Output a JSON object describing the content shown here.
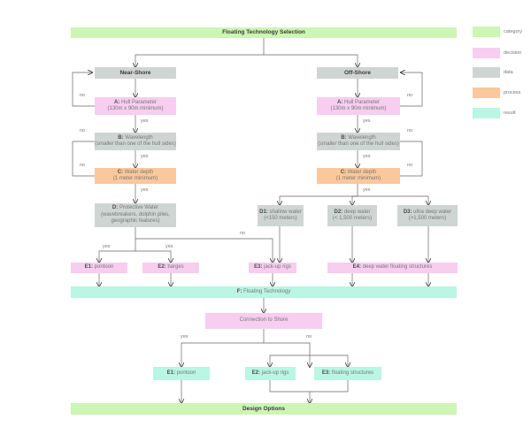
{
  "nodes": {
    "top": "Floating Technology Selection",
    "near_shore": "Near-Shore",
    "off_shore": "Off-Shore",
    "a_left": {
      "id": "A:",
      "text": "Hull Parameter",
      "sub": "(130m x 90m minimum)"
    },
    "b_left": {
      "id": "B:",
      "text": "Wavelength",
      "sub": "(smaller than one of the hull sides)"
    },
    "c_left": {
      "id": "C:",
      "text": "Water depth",
      "sub": "(1 meter minimum)"
    },
    "a_right": {
      "id": "A:",
      "text": "Hull Parameter",
      "sub": "(130m x 90m minimum)"
    },
    "b_right": {
      "id": "B:",
      "text": "Wavelength",
      "sub": "(smaller than one of the hull sides)"
    },
    "c_right": {
      "id": "C:",
      "text": "Water depth",
      "sub": "(1 meter minimum)"
    },
    "d": {
      "id": "D:",
      "text": "Protective Water",
      "sub1": "(wavebreakers, dolphin piles,",
      "sub2": "geographic features)"
    },
    "d1": {
      "id": "D1:",
      "text": "shallow water",
      "sub": "(<150 meters)"
    },
    "d2": {
      "id": "D2:",
      "text": "deep water",
      "sub": "(< 1,500 meters)"
    },
    "d3": {
      "id": "D3:",
      "text": "ultra deep water",
      "sub": "(>1,500 meters)"
    },
    "e1": {
      "id": "E1:",
      "text": "pontoon"
    },
    "e2": {
      "id": "E2:",
      "text": "barges"
    },
    "e3": {
      "id": "E3:",
      "text": "jack-up rigs"
    },
    "e4": {
      "id": "E4:",
      "text": "deep water floating structures"
    },
    "f": {
      "id": "F:",
      "text": "Floating Technology"
    },
    "conn": "Connection to Shore",
    "g1": {
      "id": "E1:",
      "text": "pontoon"
    },
    "g2": {
      "id": "E2:",
      "text": "jack-up rigs"
    },
    "g3": {
      "id": "E3:",
      "text": "floating structures"
    },
    "bottom": "Design Options"
  },
  "edge_labels": {
    "no": "no",
    "yes": "yes"
  },
  "legend": [
    {
      "label": "category",
      "color": "#cdf5b4"
    },
    {
      "label": "decision",
      "color": "#f7cdf0"
    },
    {
      "label": "data",
      "color": "#cfd5d2"
    },
    {
      "label": "process",
      "color": "#fac89c"
    },
    {
      "label": "result",
      "color": "#b9f6e4"
    }
  ]
}
